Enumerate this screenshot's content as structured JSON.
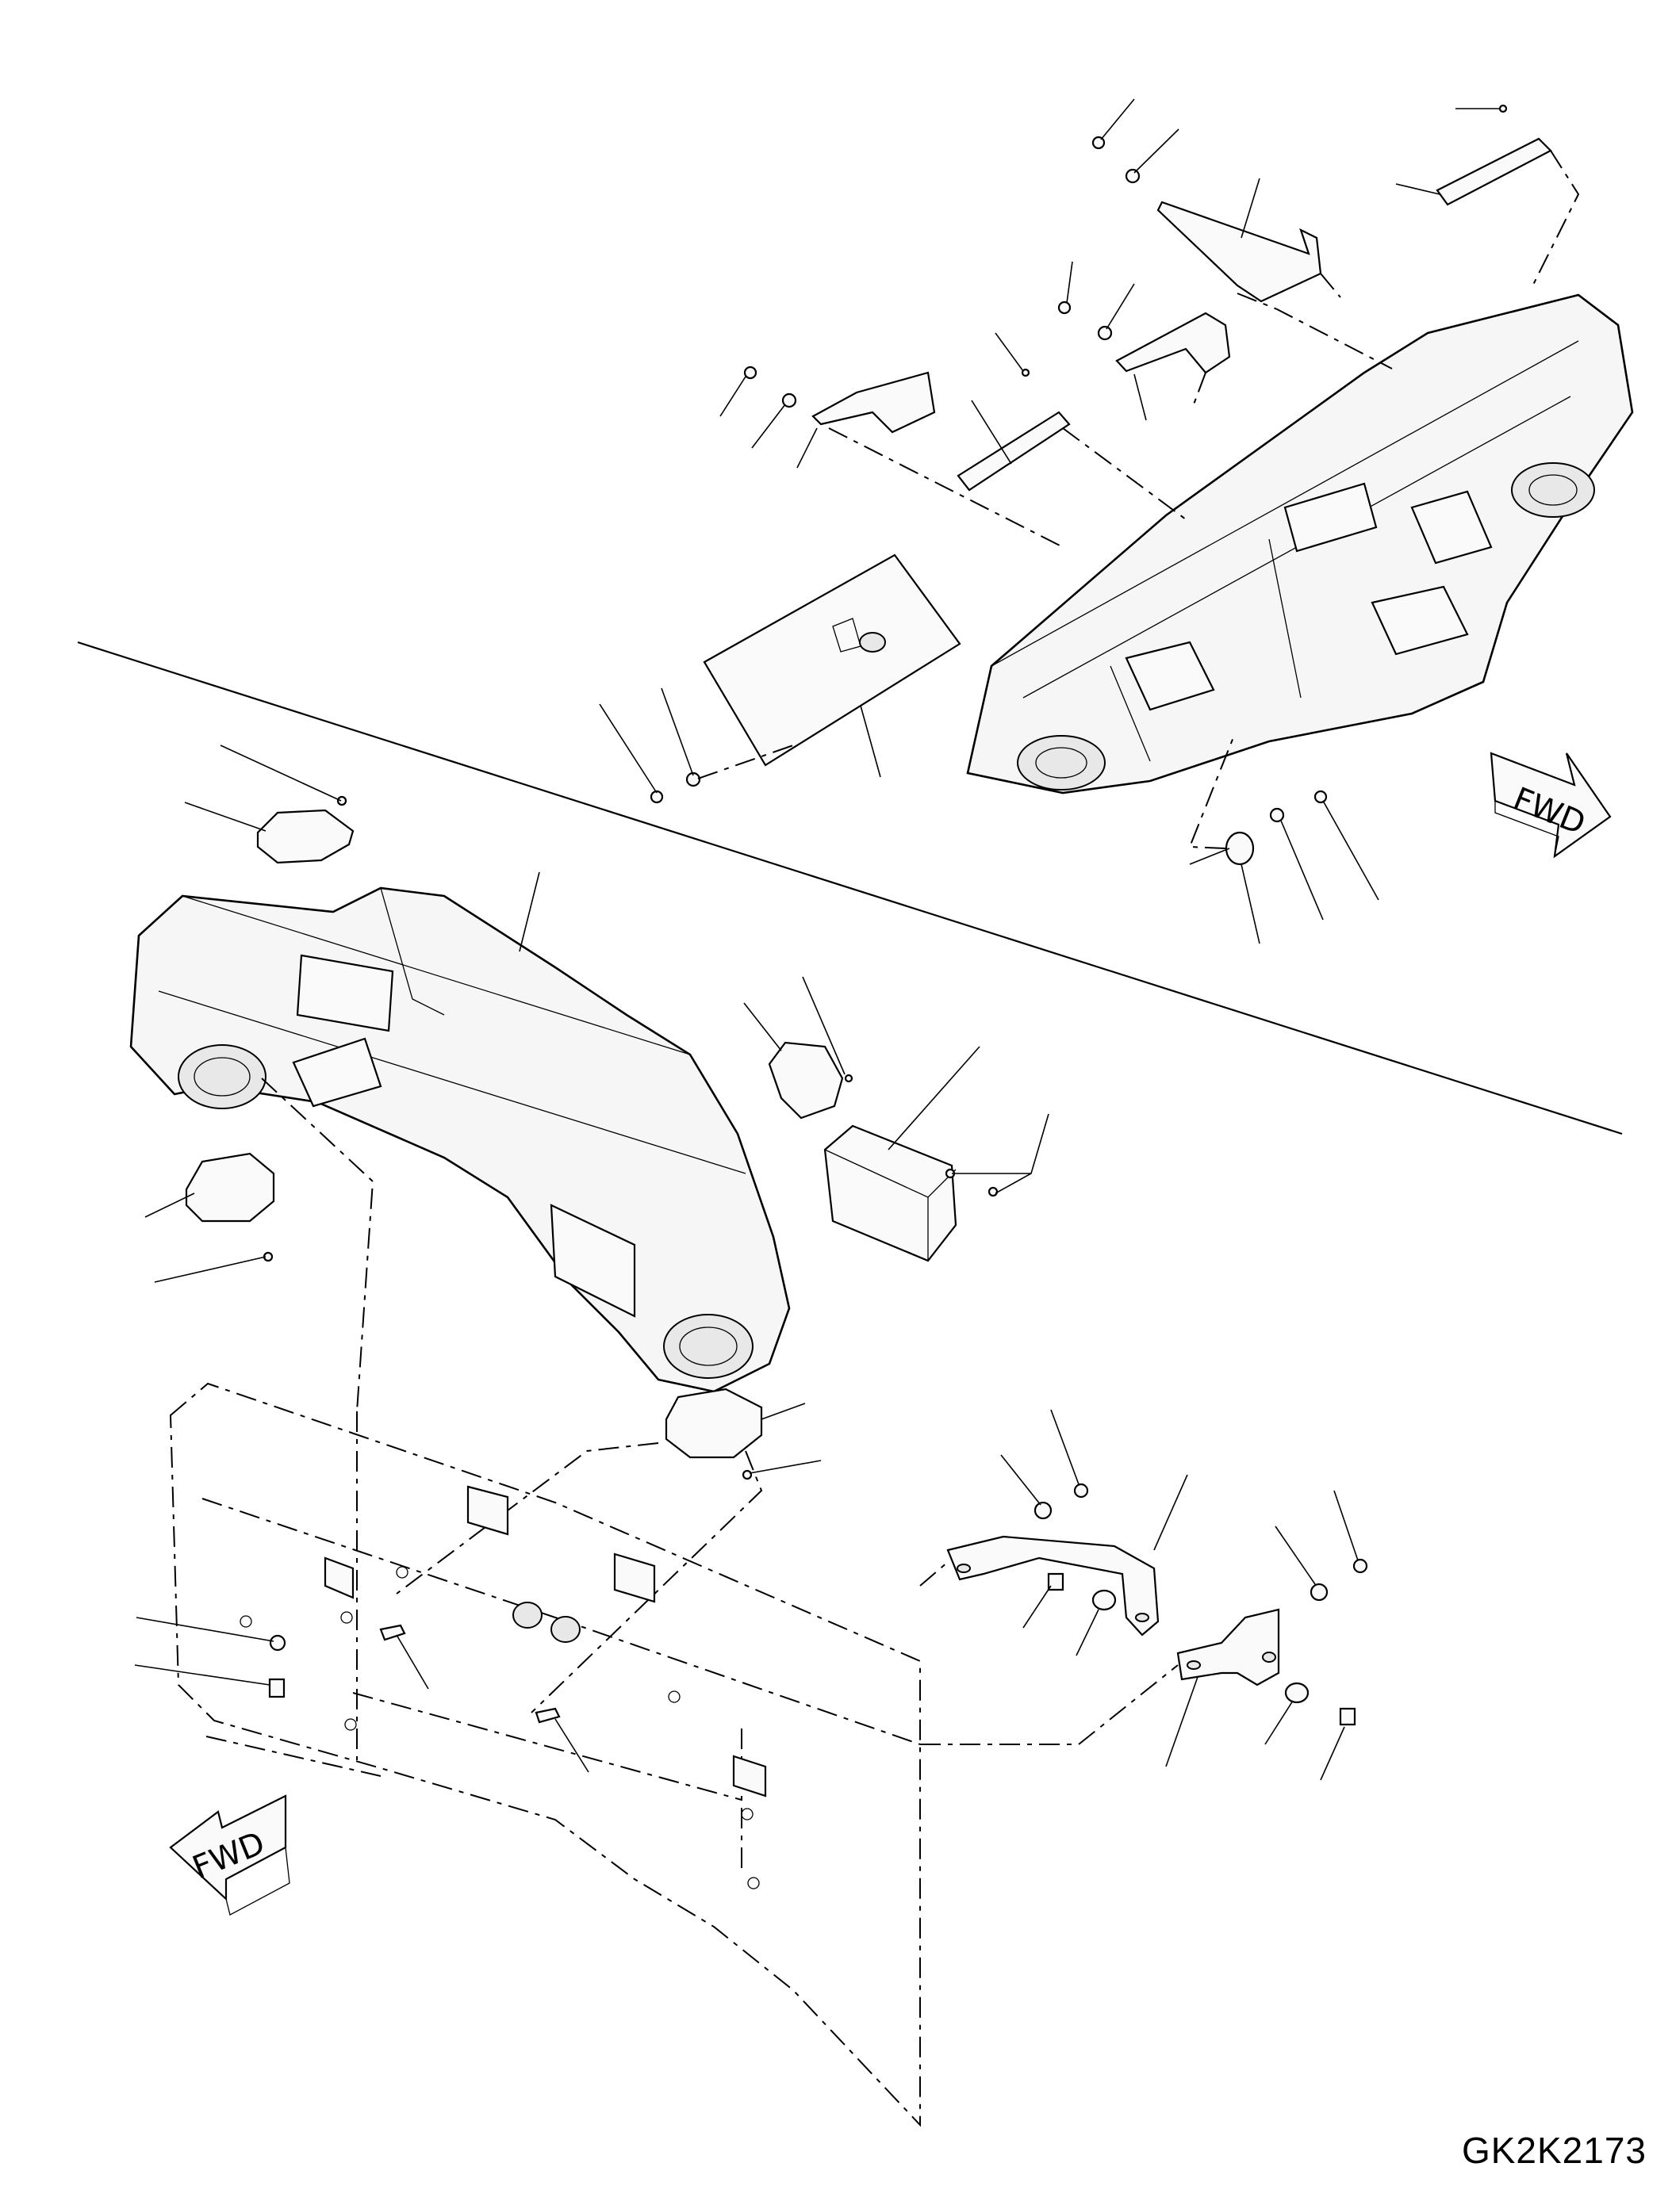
{
  "diagram": {
    "drawing_code": "GK2K2173",
    "direction_label_top": "FWD",
    "direction_label_bottom": "FWD"
  }
}
